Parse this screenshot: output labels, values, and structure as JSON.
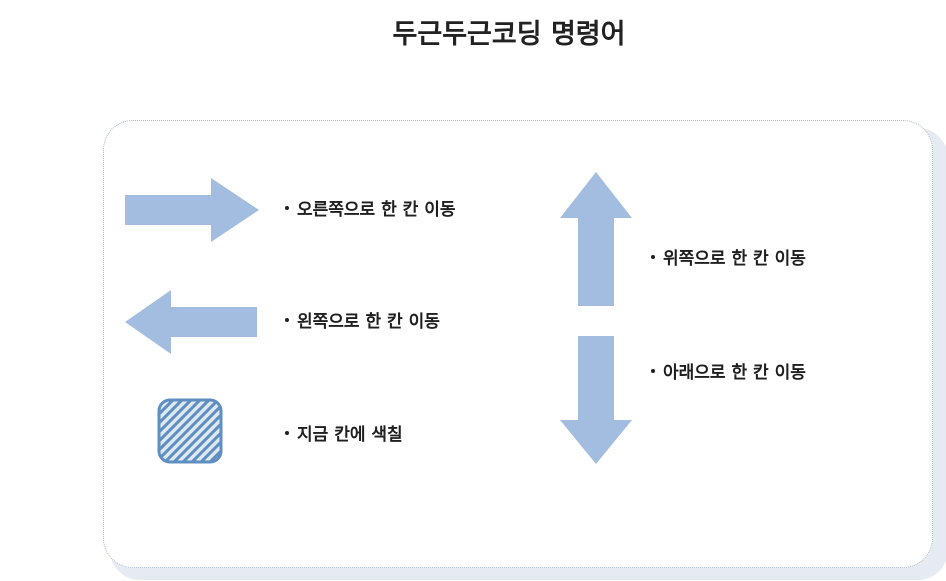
{
  "title": "두근두근코딩 명령어",
  "commands": {
    "right": {
      "label": "오른쪽으로 한 칸 이동",
      "icon": "right-arrow-icon"
    },
    "left": {
      "label": "왼쪽으로 한 칸 이동",
      "icon": "left-arrow-icon"
    },
    "paint": {
      "label": "지금 칸에 색칠",
      "icon": "hatched-square-icon"
    },
    "up": {
      "label": "위쪽으로 한 칸 이동",
      "icon": "up-arrow-icon"
    },
    "down": {
      "label": "아래으로 한 칸 이동",
      "icon": "down-arrow-icon"
    }
  },
  "colors": {
    "arrow": "#a3bde0",
    "hatch_border": "#5f8fc0",
    "hatch_stripe": "#5f8fc0",
    "hatch_fill": "#dfe9f5"
  }
}
